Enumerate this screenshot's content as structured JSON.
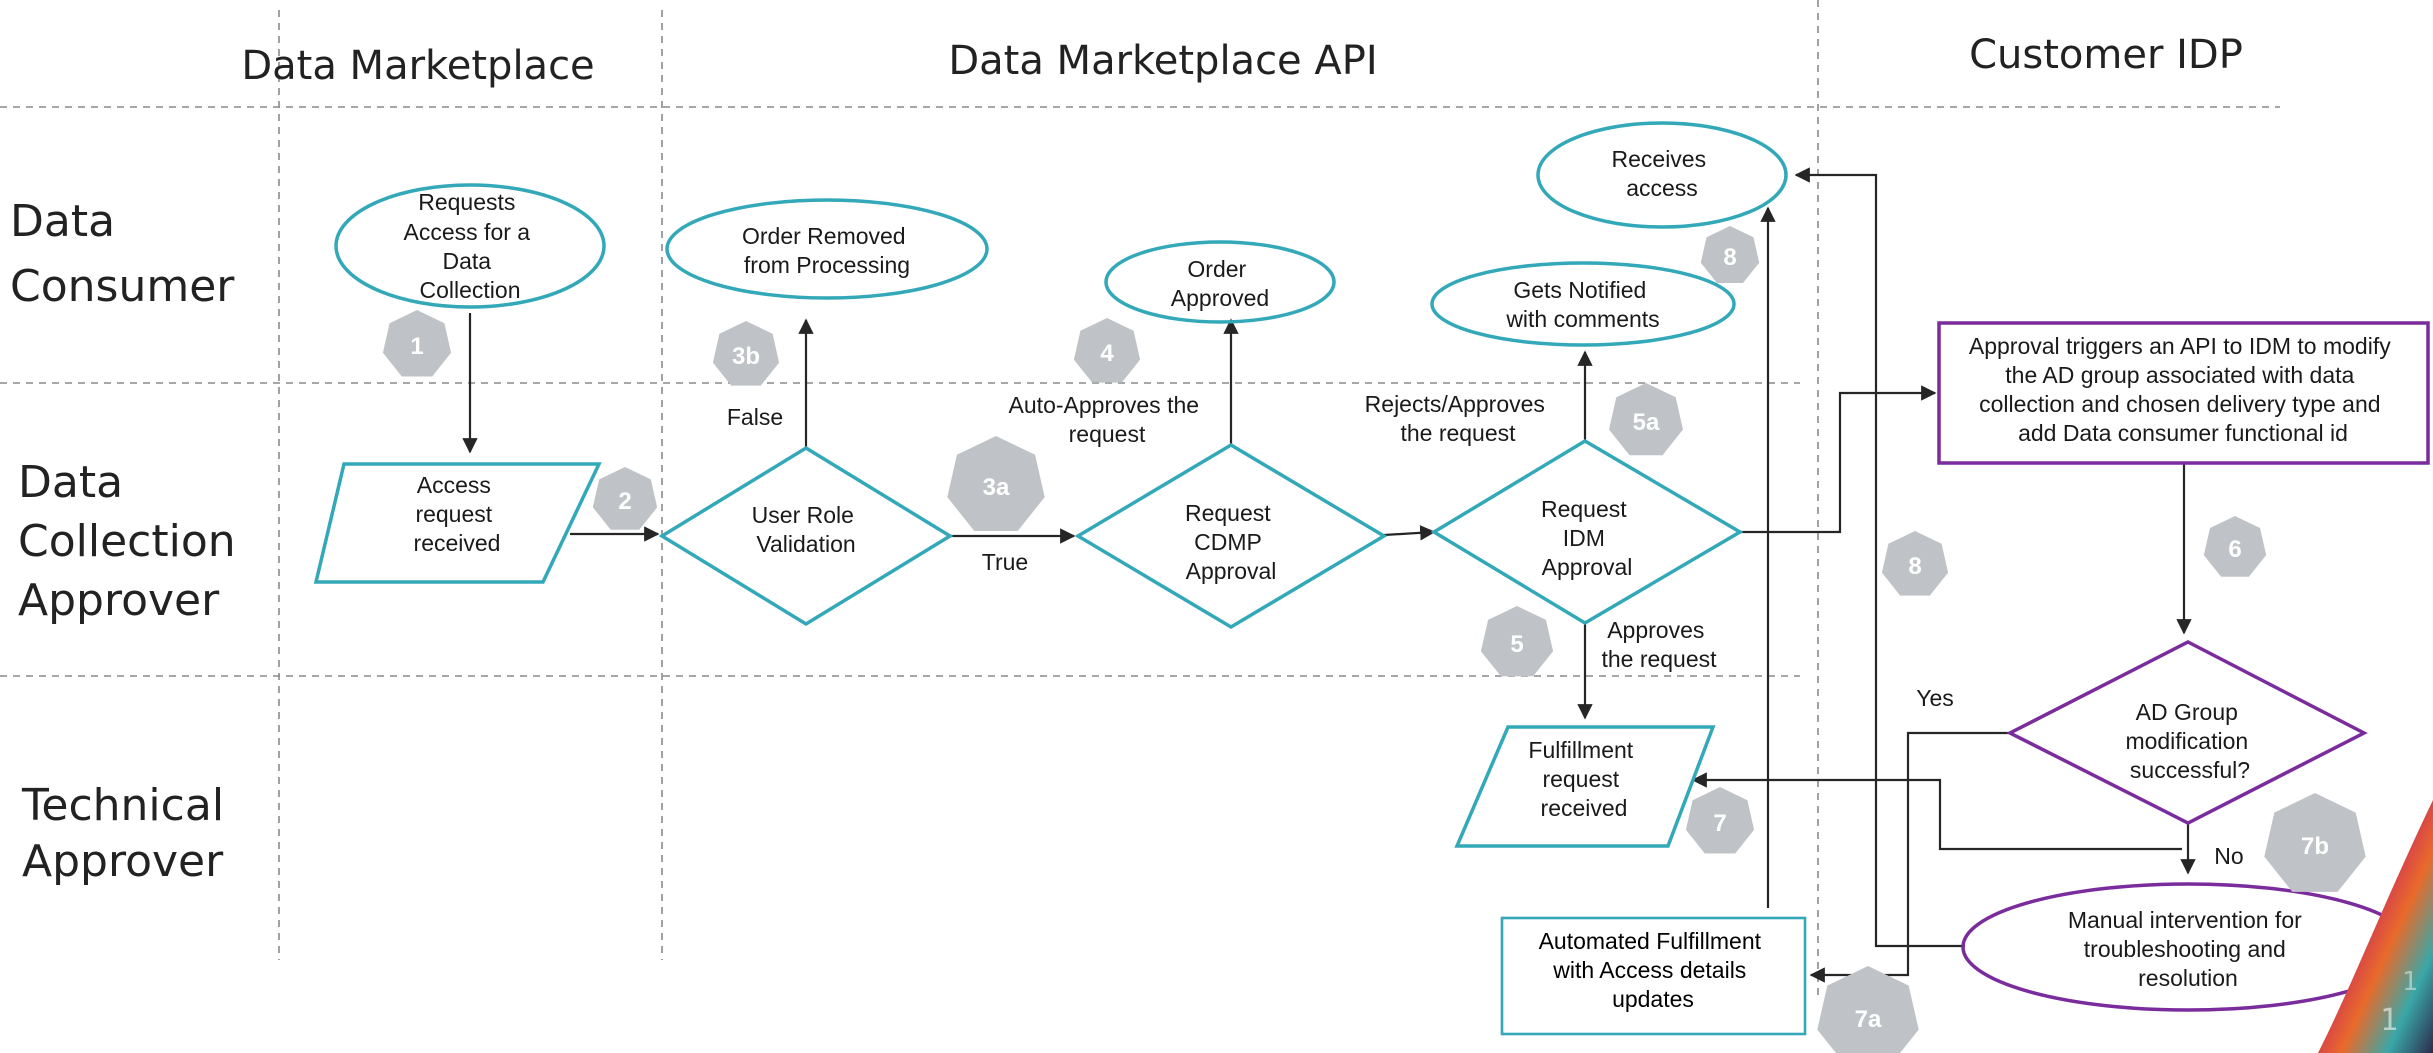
{
  "columns": {
    "data_marketplace": "Data Marketplace",
    "data_marketplace_api": "Data Marketplace API",
    "customer_idp": "Customer IDP"
  },
  "lanes": {
    "data_consumer": [
      "Data",
      "Consumer"
    ],
    "data_collection_approver": [
      "Data",
      "Collection",
      "Approver"
    ],
    "technical_approver": [
      "Technical",
      "Approver"
    ]
  },
  "nodes": {
    "requests_access": [
      "Requests",
      "Access for a",
      "Data",
      "Collection"
    ],
    "access_request_received": [
      "Access",
      "request",
      "received"
    ],
    "order_removed": [
      "Order Removed",
      "from Processing"
    ],
    "user_role_validation": [
      "User Role",
      "Validation"
    ],
    "order_approved": [
      "Order",
      "Approved"
    ],
    "request_cdmp_approval": [
      "Request",
      "CDMP",
      "Approval"
    ],
    "receives_access": [
      "Receives",
      "access"
    ],
    "gets_notified": [
      "Gets Notified",
      "with comments"
    ],
    "request_idm_approval": [
      "Request",
      "IDM",
      "Approval"
    ],
    "fulfillment_request_received": [
      "Fulfillment",
      "request",
      "received"
    ],
    "approval_triggers_api": [
      "Approval triggers an API to IDM to modify",
      "the AD group associated with data",
      "collection and chosen delivery type and",
      "add Data consumer functional id"
    ],
    "ad_group_modification": [
      "AD Group",
      "modification",
      "successful?"
    ],
    "manual_intervention": [
      "Manual intervention for",
      "troubleshooting and",
      "resolution"
    ],
    "automated_fulfillment": [
      "Automated Fulfillment",
      "with Access details",
      "updates"
    ]
  },
  "edge_labels": {
    "false": "False",
    "true": "True",
    "auto_approves": [
      "Auto-Approves the",
      "request"
    ],
    "rejects_approves": [
      "Rejects/Approves",
      "the request"
    ],
    "approves": [
      "Approves",
      "the request"
    ],
    "yes": "Yes",
    "no": "No"
  },
  "badges": {
    "b1": "1",
    "b2": "2",
    "b3a": "3a",
    "b3b": "3b",
    "b4": "4",
    "b5": "5",
    "b5a": "5a",
    "b6": "6",
    "b7": "7",
    "b7a": "7a",
    "b7b": "7b",
    "b8_top": "8",
    "b8_mid": "8"
  },
  "colors": {
    "process_outline": "#32a8b8",
    "idp_outline": "#7a2b9c",
    "badge_fill": "#bfc3c7",
    "grid_line": "#8a8a8a"
  }
}
